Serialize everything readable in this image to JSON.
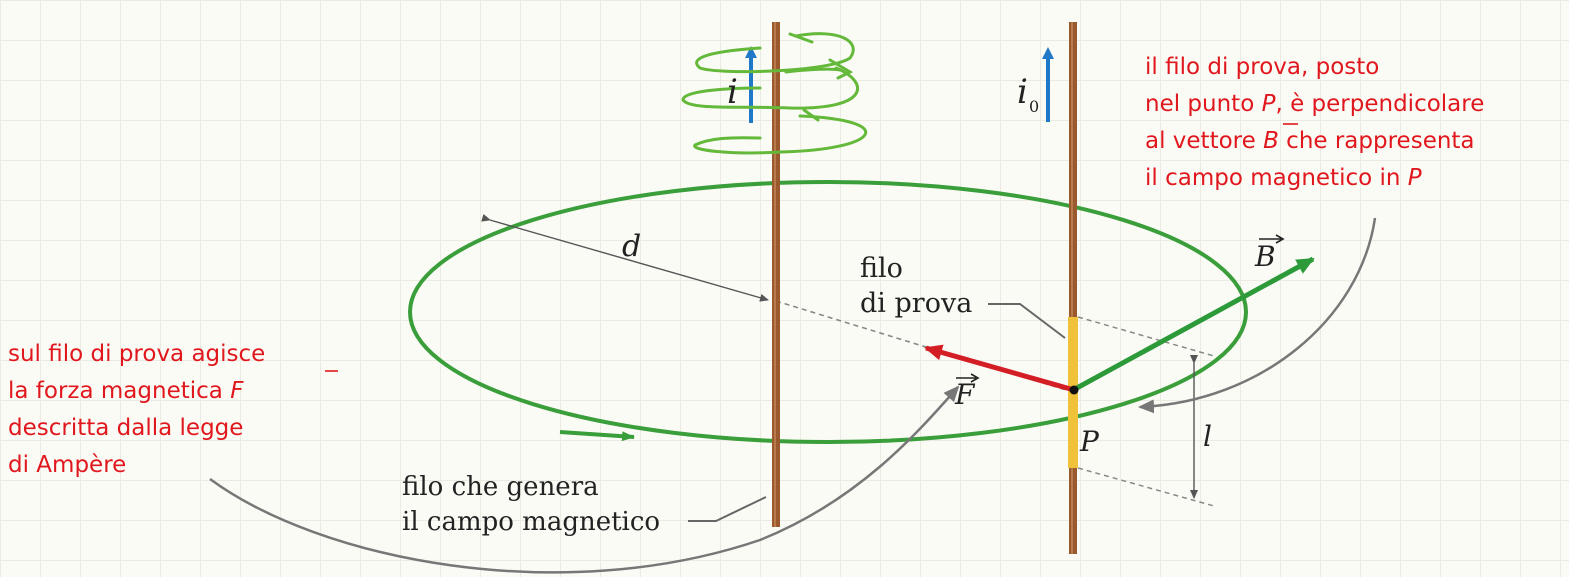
{
  "colors": {
    "loop_green": "#3a9e3a",
    "wire_brown": "#9b5a2e",
    "force_red": "#d41e25",
    "field_green": "#2d9a3a",
    "current_blue": "#1f78c8",
    "test_segment_yellow": "#f0c23a",
    "note_red": "#e0181e",
    "handwriting_green": "#64b83a"
  },
  "labels": {
    "current_i": "i",
    "current_i0": "i",
    "current_i0_subscript": "0",
    "distance_d": "d",
    "length_l": "l",
    "vector_B": "B",
    "vector_F": "F",
    "point_P": "P",
    "test_wire_line1": "filo",
    "test_wire_line2": "di prova",
    "source_wire_line1": "filo che genera",
    "source_wire_line2": "il campo magnetico"
  },
  "notes": {
    "right": [
      {
        "text": "il filo di prova, posto"
      },
      {
        "pre": "nel punto ",
        "sym": "P",
        "post": ", è perpendicolare"
      },
      {
        "pre": "al vettore ",
        "sym": "B",
        "post": " che rappresenta"
      },
      {
        "pre": "il campo magnetico in ",
        "sym": "P",
        "post": ""
      }
    ],
    "left": [
      {
        "text": "sul filo di prova agisce"
      },
      {
        "pre": "la forza magnetica ",
        "sym": "F",
        "post": ""
      },
      {
        "text": "descritta dalla legge"
      },
      {
        "text": "di Ampère"
      }
    ]
  },
  "icons": {
    "annotation_arrows": "curved-arrow-icon",
    "handwritten_spiral": "spiral-field-lines-icon"
  }
}
